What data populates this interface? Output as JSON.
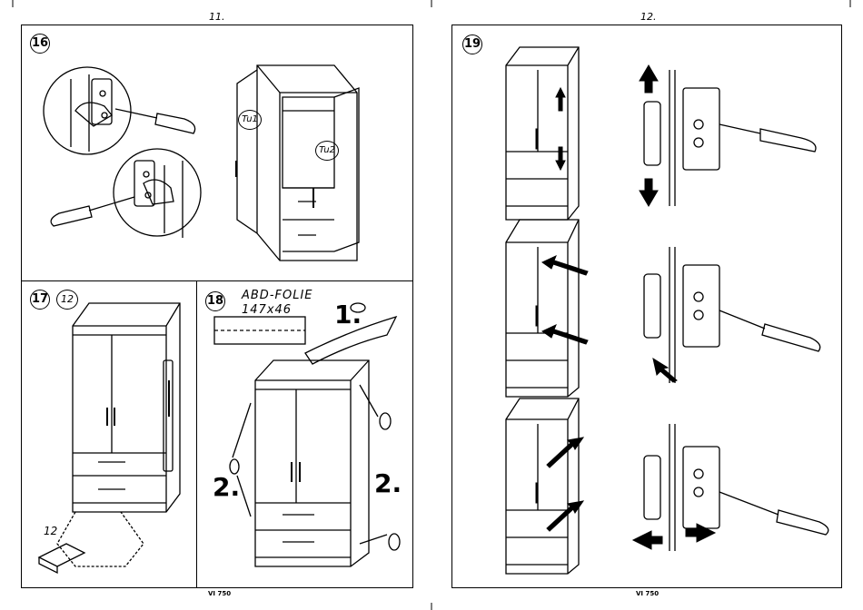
{
  "left_page": {
    "page_number": "11.",
    "footer": "VI 750",
    "step16": {
      "badge": "16",
      "door_left": "Tu1",
      "door_right": "Tu2"
    },
    "step17": {
      "badge": "17",
      "count_circle": "12",
      "count_label": "12"
    },
    "step18": {
      "badge": "18",
      "foil_label_line1": "ABD-FOLIE",
      "foil_label_line2": "147x46",
      "substep1": "1.",
      "substep2_left": "2.",
      "substep2_right": "2."
    }
  },
  "right_page": {
    "page_number": "12.",
    "footer": "VI 750",
    "step19": {
      "badge": "19"
    }
  }
}
